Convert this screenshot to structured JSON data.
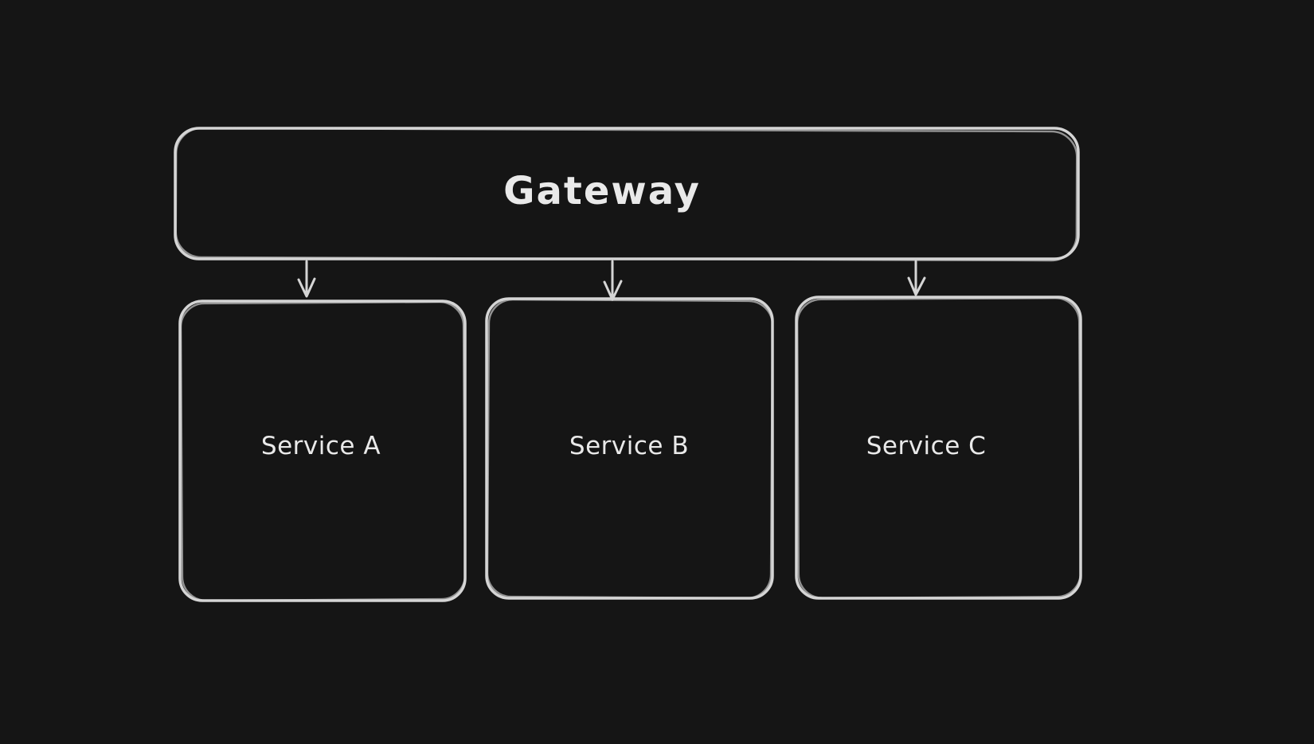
{
  "canvas": {
    "background": "#151515",
    "stroke": "#d5d5d5",
    "text_color": "#e9e9e9",
    "style": "hand-drawn-sketch"
  },
  "diagram": {
    "type": "flowchart",
    "nodes": [
      {
        "id": "gateway",
        "label": "Gateway",
        "shape": "rounded-rectangle"
      },
      {
        "id": "service-a",
        "label": "Service A",
        "shape": "rounded-rectangle"
      },
      {
        "id": "service-b",
        "label": "Service B",
        "shape": "rounded-rectangle"
      },
      {
        "id": "service-c",
        "label": "Service C",
        "shape": "rounded-rectangle"
      }
    ],
    "edges": [
      {
        "from": "gateway",
        "to": "service-a",
        "arrow": "down"
      },
      {
        "from": "gateway",
        "to": "service-b",
        "arrow": "down"
      },
      {
        "from": "gateway",
        "to": "service-c",
        "arrow": "down"
      }
    ]
  }
}
